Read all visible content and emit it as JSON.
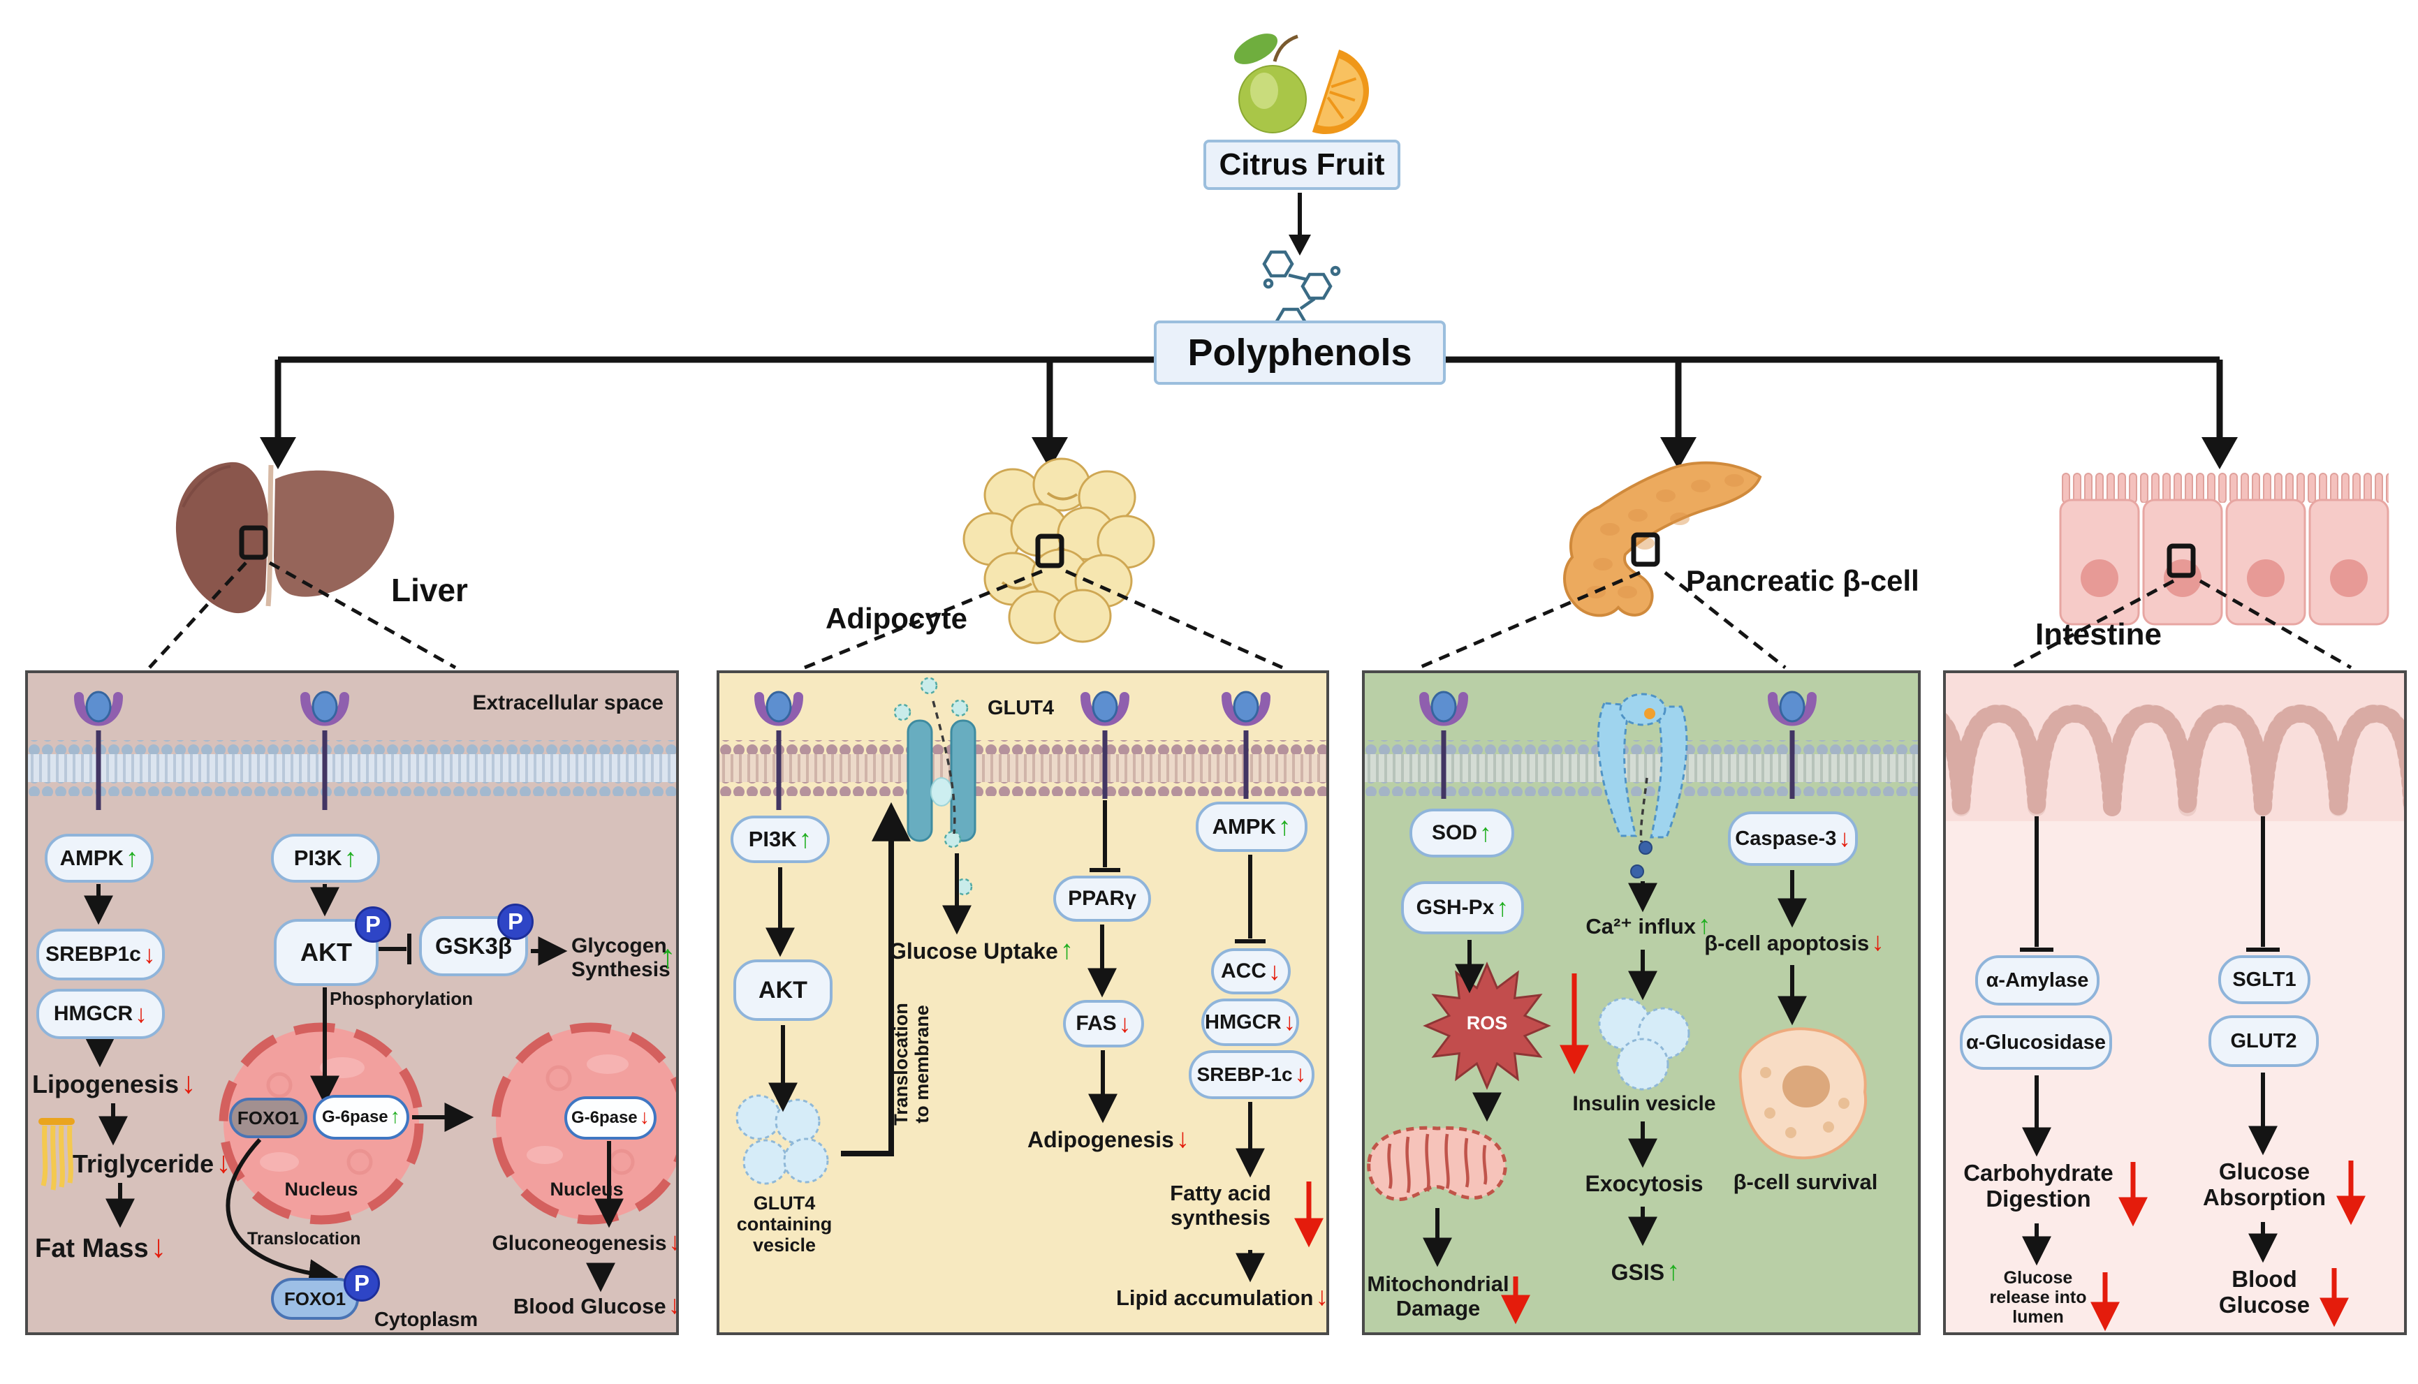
{
  "glyphs": {
    "up": "↑",
    "down": "↓",
    "phospho_badge": "P"
  },
  "header": {
    "citrus_fruit": "Citrus Fruit",
    "polyphenols": "Polyphenols"
  },
  "organs": {
    "liver": "Liver",
    "adipocyte": "Adipocyte",
    "pancreatic": "Pancreatic β-cell",
    "intestine": "Intestine"
  },
  "liver": {
    "extracellular": "Extracellular space",
    "ampk": "AMPK",
    "pi3k": "PI3K",
    "srebp1c": "SREBP1c",
    "hmgcr": "HMGCR",
    "lipogenesis": "Lipogenesis",
    "triglyceride": "Triglyceride",
    "fat_mass": "Fat Mass",
    "akt": "AKT",
    "gsk3b": "GSK3β",
    "glycogen_l1": "Glycogen",
    "glycogen_l2": "Synthesis",
    "phosphorylation": "Phosphorylation",
    "foxo1": "FOXO1",
    "g6pase_nuc": "G-6pase",
    "g6pase_nuc2": "G-6pase",
    "nucleus1": "Nucleus",
    "nucleus2": "Nucleus",
    "translocation": "Translocation",
    "foxo1_cyto": "FOXO1",
    "cytoplasm": "Cytoplasm",
    "gluconeogenesis": "Gluconeogenesis",
    "blood_glucose": "Blood Glucose"
  },
  "adipocyte": {
    "glut4": "GLUT4",
    "pi3k": "PI3K",
    "akt": "AKT",
    "glucose_uptake": "Glucose Uptake",
    "vesicle_l1": "GLUT4",
    "vesicle_l2": "containing",
    "vesicle_l3": "vesicle",
    "transloc_l1": "Translocation",
    "transloc_l2": "to membrane",
    "pparg": "PPARγ",
    "fas": "FAS",
    "adipogenesis": "Adipogenesis",
    "ampk": "AMPK",
    "acc": "ACC",
    "hmgcr": "HMGCR",
    "srebp1c": "SREBP-1c",
    "fatty_l1": "Fatty acid",
    "fatty_l2": "synthesis",
    "lipid_accumulation": "Lipid accumulation"
  },
  "pancreatic": {
    "sod": "SOD",
    "gshpx": "GSH-Px",
    "ros": "ROS",
    "mito_l1": "Mitochondrial",
    "mito_l2": "Damage",
    "ca_influx": "Ca²⁺ influx",
    "insulin_vesicle": "Insulin vesicle",
    "exocytosis": "Exocytosis",
    "gsis": "GSIS",
    "caspase3": "Caspase-3",
    "apoptosis": "β-cell apoptosis",
    "survival": "β-cell survival"
  },
  "intestine": {
    "amylase": "α-Amylase",
    "glucosidase": "α-Glucosidase",
    "sglt1": "SGLT1",
    "glut2": "GLUT2",
    "carb_l1": "Carbohydrate",
    "carb_l2": "Digestion",
    "release_l1": "Glucose",
    "release_l2": "release into",
    "release_l3": "lumen",
    "abs_l1": "Glucose",
    "abs_l2": "Absorption",
    "blood_l1": "Blood",
    "blood_l2": "Glucose"
  },
  "colors": {
    "up_arrow": "#1fae1f",
    "down_arrow": "#e41c0c",
    "liver_panel_bg": "#d7c1bb",
    "adipocyte_panel_bg": "#f7e9c0",
    "pancreatic_panel_bg": "#b9cfa6",
    "intestine_panel_bg": "#fcebe9",
    "pill_border": "#8fb4da",
    "box_bg": "#eaf1fa"
  }
}
